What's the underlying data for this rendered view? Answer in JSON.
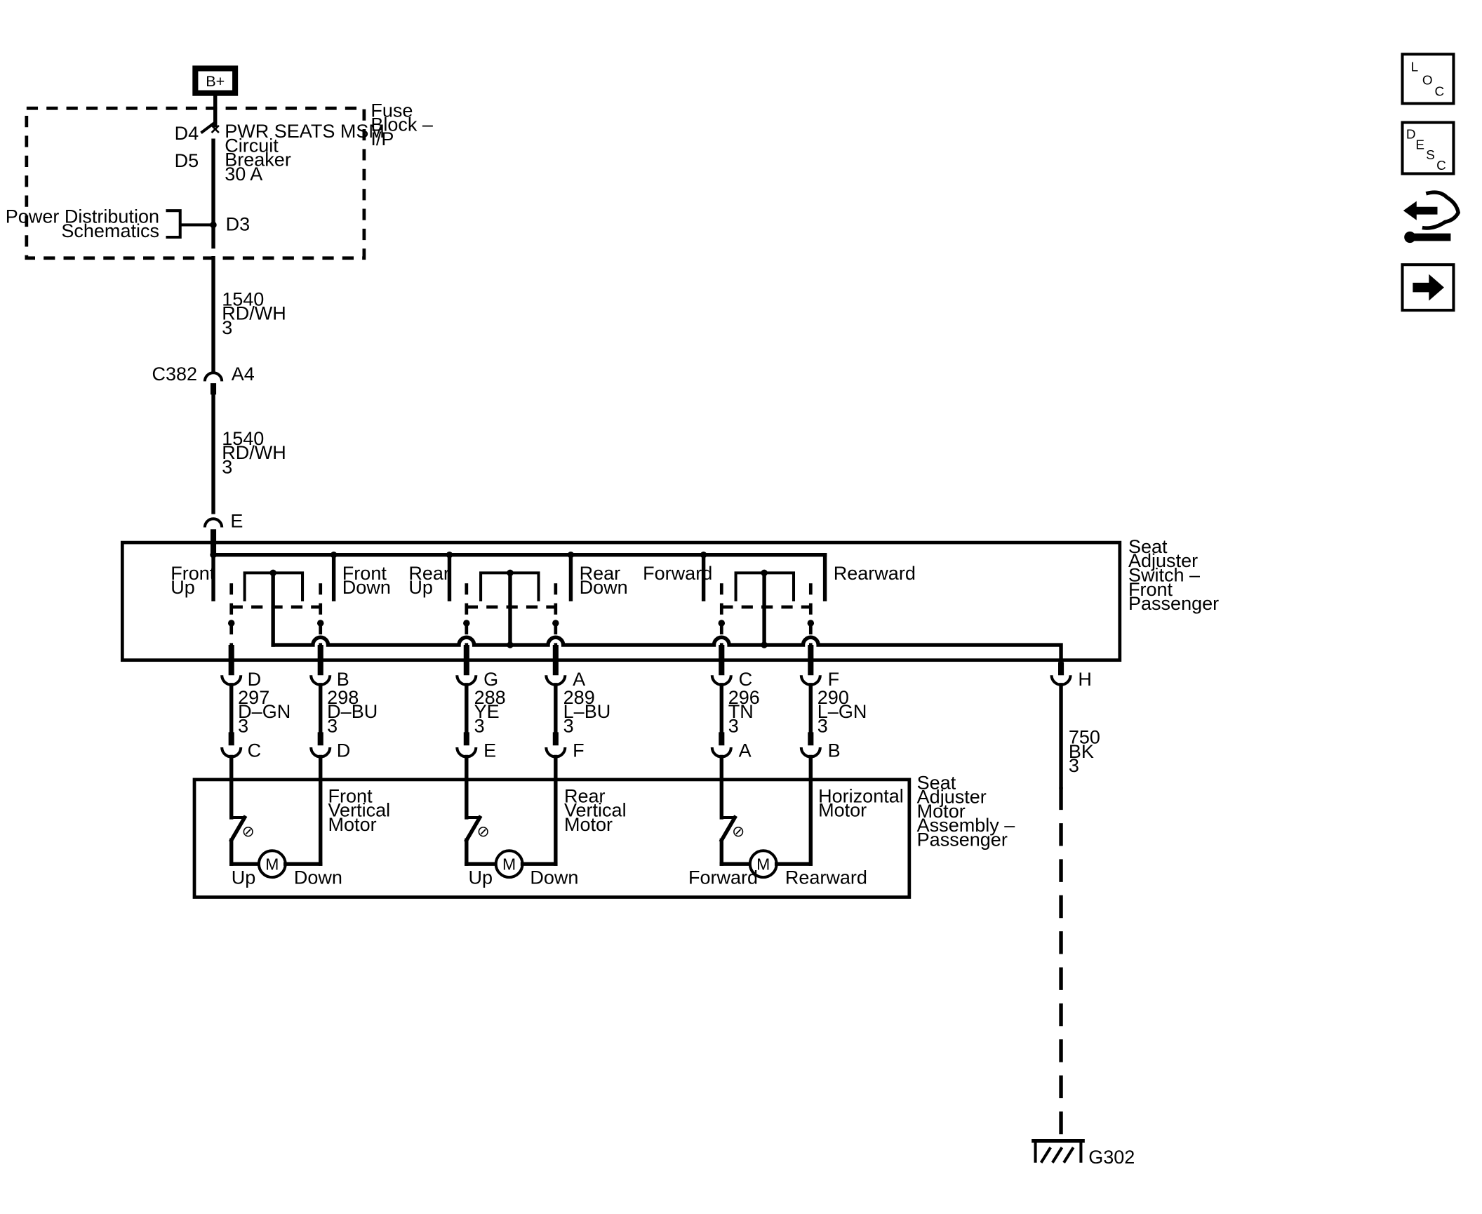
{
  "power": {
    "source": "B+",
    "fuse_block_label": [
      "Fuse",
      "Block –",
      "I/P"
    ],
    "breaker_pin_top": "D4",
    "breaker_pin_bottom": "D5",
    "breaker_label": [
      "PWR SEATS MSM",
      "Circuit",
      "Breaker",
      "30 A"
    ],
    "distribution_label": [
      "Power Distribution",
      "Schematics"
    ],
    "distribution_pin": "D3"
  },
  "feed_wire": {
    "upper": [
      "1540",
      "RD/WH",
      "3"
    ],
    "lower": [
      "1540",
      "RD/WH",
      "3"
    ],
    "connector": "C382",
    "connector_pin": "A4",
    "switch_pin": "E"
  },
  "switch": {
    "label": [
      "Seat",
      "Adjuster",
      "Switch –",
      "Front",
      "Passenger"
    ],
    "positions": {
      "front_up": [
        "Front",
        "Up"
      ],
      "front_down": [
        "Front",
        "Down"
      ],
      "rear_up": [
        "Rear",
        "Up"
      ],
      "rear_down": [
        "Rear",
        "Down"
      ],
      "forward": "Forward",
      "rearward": "Rearward"
    },
    "ground_pin": "H"
  },
  "circuits": [
    {
      "switch_pin": "D",
      "wire": [
        "297",
        "D–GN",
        "3"
      ],
      "motor_pin": "C"
    },
    {
      "switch_pin": "B",
      "wire": [
        "298",
        "D–BU",
        "3"
      ],
      "motor_pin": "D"
    },
    {
      "switch_pin": "G",
      "wire": [
        "288",
        "YE",
        "3"
      ],
      "motor_pin": "E"
    },
    {
      "switch_pin": "A",
      "wire": [
        "289",
        "L–BU",
        "3"
      ],
      "motor_pin": "F"
    },
    {
      "switch_pin": "C",
      "wire": [
        "296",
        "TN",
        "3"
      ],
      "motor_pin": "A"
    },
    {
      "switch_pin": "F",
      "wire": [
        "290",
        "L–GN",
        "3"
      ],
      "motor_pin": "B"
    }
  ],
  "ground": {
    "wire": [
      "750",
      "BK",
      "3"
    ],
    "ground_id": "G302"
  },
  "motor_assembly": {
    "label": [
      "Seat",
      "Adjuster",
      "Motor",
      "Assembly –",
      "Passenger"
    ],
    "symbol": "M",
    "motors": [
      {
        "name": [
          "Front",
          "Vertical",
          "Motor"
        ],
        "left": "Up",
        "right": "Down"
      },
      {
        "name": [
          "Rear",
          "Vertical",
          "Motor"
        ],
        "left": "Up",
        "right": "Down"
      },
      {
        "name": [
          "Horizontal",
          "Motor"
        ],
        "left": "Forward",
        "right": "Rearward"
      }
    ]
  },
  "nav_buttons": [
    {
      "icon": "loc-icon",
      "letters": [
        "L",
        "O",
        "C"
      ]
    },
    {
      "icon": "desc-icon",
      "letters": [
        "D",
        "E",
        "S",
        "C"
      ]
    },
    {
      "icon": "diagnostic-icon"
    },
    {
      "icon": "next-arrow-icon"
    }
  ]
}
